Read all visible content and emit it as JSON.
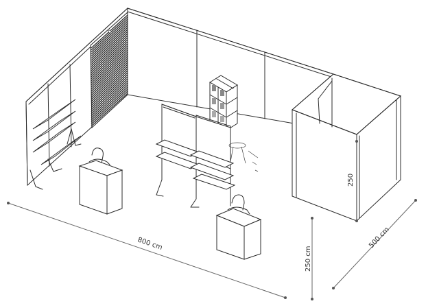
{
  "dimensions": {
    "width_label": "800 cm",
    "depth_label": "500 cm",
    "height_label": "250 cm",
    "cabin_height_label": "250"
  },
  "colors": {
    "line": "#2b2b2b",
    "slatwall": "#2a2a2a",
    "dimension": "#666666",
    "background": "#ffffff"
  }
}
